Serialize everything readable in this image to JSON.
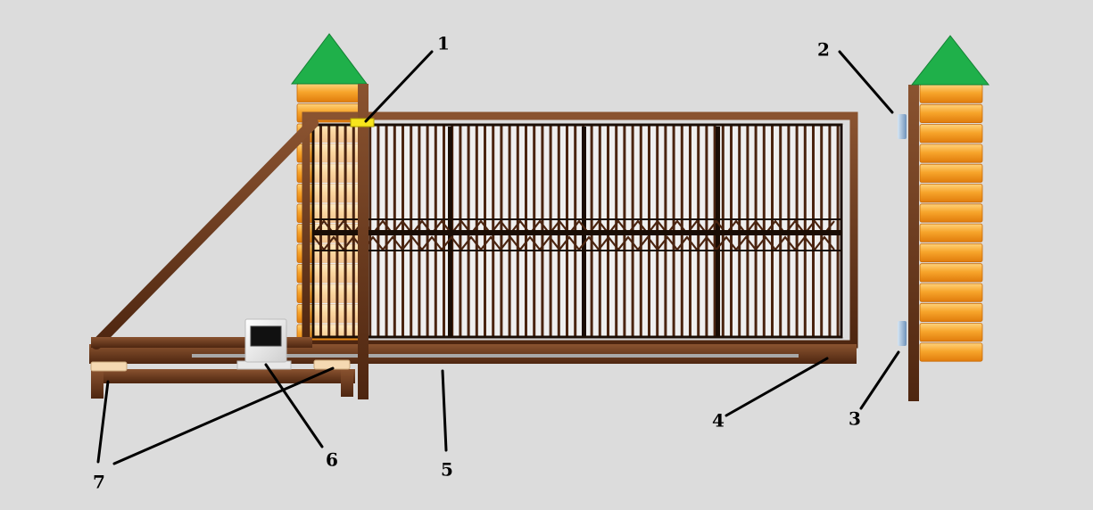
{
  "colors": {
    "background": "#dcdcdc",
    "frame": "#5a2e14",
    "frame_light": "#7a4526",
    "bar": "#3a1d0c",
    "brick_orange": "#f39a1e",
    "brick_light": "#ffd27a",
    "cap_green": "#1fb04a",
    "sensor_yellow": "#f7e51c",
    "stop_blue": "#9ab8d8",
    "motor_white": "#f4f4f4",
    "rail_grey": "#a8a8a8",
    "line_black": "#000000"
  },
  "icons": [
    "gate-icon",
    "pillar-icon",
    "motor-unit-icon",
    "sensor-icon",
    "catcher-icon",
    "roller-icon"
  ],
  "callouts": [
    {
      "id": "1",
      "label": "1"
    },
    {
      "id": "2",
      "label": "2"
    },
    {
      "id": "3",
      "label": "3"
    },
    {
      "id": "4",
      "label": "4"
    },
    {
      "id": "5",
      "label": "5"
    },
    {
      "id": "6",
      "label": "6"
    },
    {
      "id": "7",
      "label": "7"
    }
  ]
}
